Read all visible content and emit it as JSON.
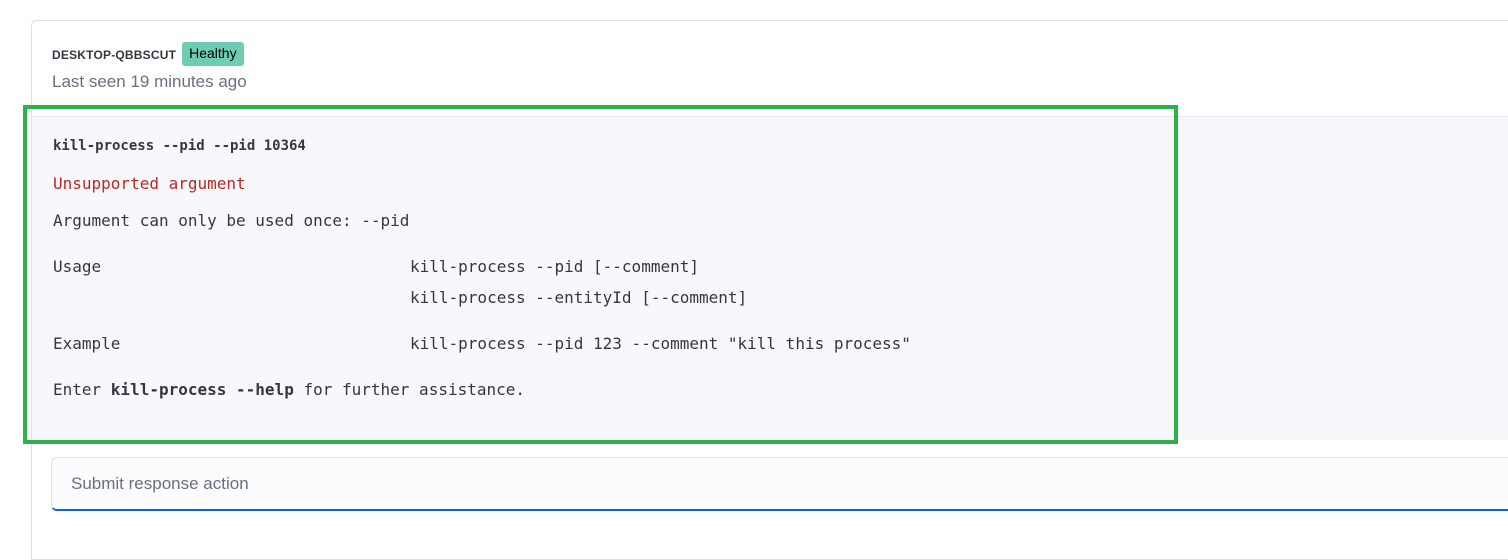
{
  "endpoint": {
    "host_name": "DESKTOP-QBBSCUT",
    "health_status": "Healthy",
    "last_seen": "Last seen 19 minutes ago"
  },
  "console": {
    "command": "kill-process --pid --pid 10364",
    "error_title": "Unsupported argument",
    "error_detail": "Argument can only be used once: --pid",
    "usage_label": "Usage",
    "usage_lines": [
      "kill-process --pid [--comment]",
      "kill-process --entityId [--comment]"
    ],
    "example_label": "Example",
    "example_line": "kill-process --pid 123 --comment \"kill this process\"",
    "help_prefix": "Enter ",
    "help_command": "kill-process --help",
    "help_suffix": " for further assistance."
  },
  "input": {
    "placeholder": "Submit response action",
    "value": ""
  },
  "colors": {
    "health_badge": "#6dccb1",
    "error_text": "#bd271e",
    "highlight_border": "#2bb04a",
    "input_focus": "#0b64dd"
  }
}
